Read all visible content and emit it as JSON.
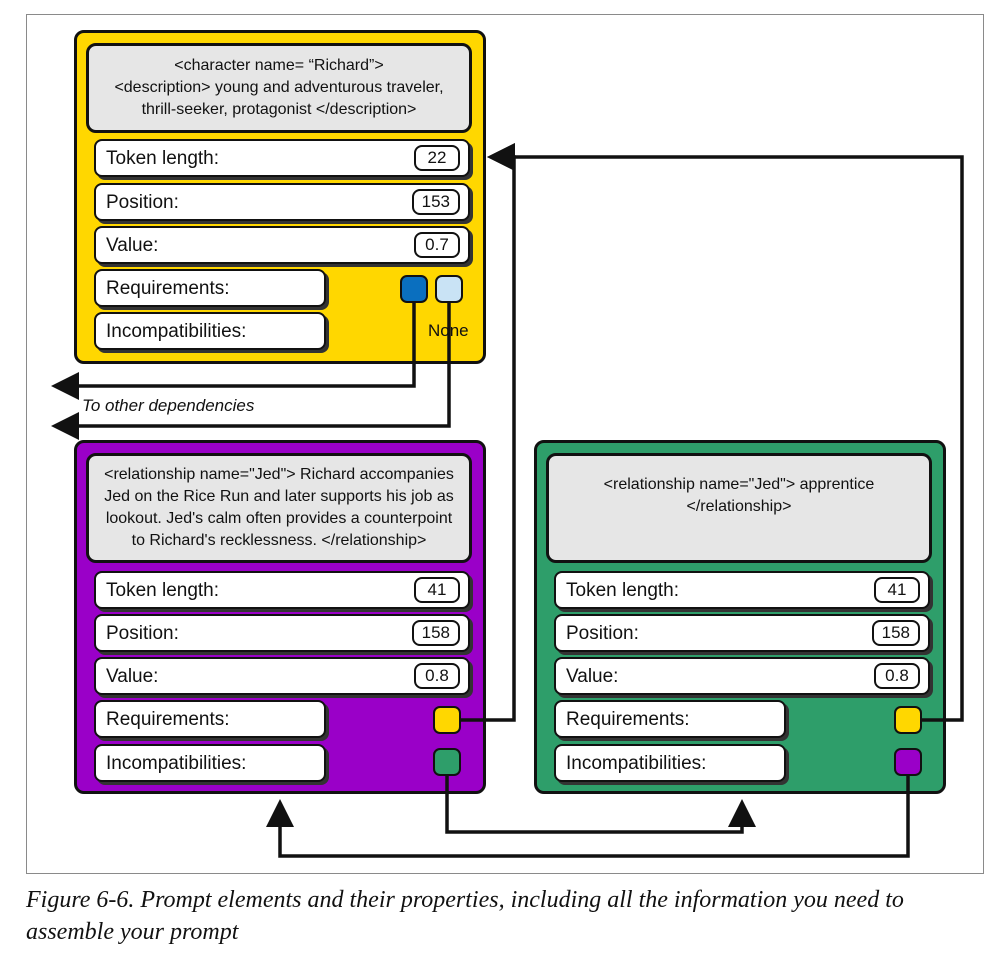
{
  "cards": {
    "richard": {
      "color": "#FFD700",
      "description": "<character name= “Richard”>\n<description> young and adventurous traveler,\nthrill-seeker, protagonist </description>",
      "token_length_label": "Token length:",
      "token_length": "22",
      "position_label": "Position:",
      "position": "153",
      "value_label": "Value:",
      "value": "0.7",
      "requirements_label": "Requirements:",
      "incompatibilities_label": "Incompatibilities:",
      "requirement_colors": [
        "#0A6FBF",
        "#C9E3F5"
      ],
      "none_label": "None"
    },
    "jed_long": {
      "color": "#9A00C8",
      "description": "<relationship name=\"Jed\"> Richard accompanies\nJed on the Rice Run and later supports his job as\nlookout. Jed's calm often provides a counterpoint\nto Richard's recklessness. </relationship>",
      "token_length_label": "Token length:",
      "token_length": "41",
      "position_label": "Position:",
      "position": "158",
      "value_label": "Value:",
      "value": "0.8",
      "requirements_label": "Requirements:",
      "incompatibilities_label": "Incompatibilities:",
      "requirement_color": "#FFD700",
      "incompatibility_color": "#2E9E6A"
    },
    "jed_short": {
      "color": "#2E9E6A",
      "description": "<relationship name=\"Jed\"> apprentice\n</relationship>",
      "token_length_label": "Token length:",
      "token_length": "41",
      "position_label": "Position:",
      "position": "158",
      "value_label": "Value:",
      "value": "0.8",
      "requirements_label": "Requirements:",
      "incompatibilities_label": "Incompatibilities:",
      "requirement_color": "#FFD700",
      "incompatibility_color": "#9A00C8"
    }
  },
  "note": "To other dependencies",
  "caption": "Figure 6-6. Prompt elements and their properties, including all the information you need to assemble your prompt"
}
